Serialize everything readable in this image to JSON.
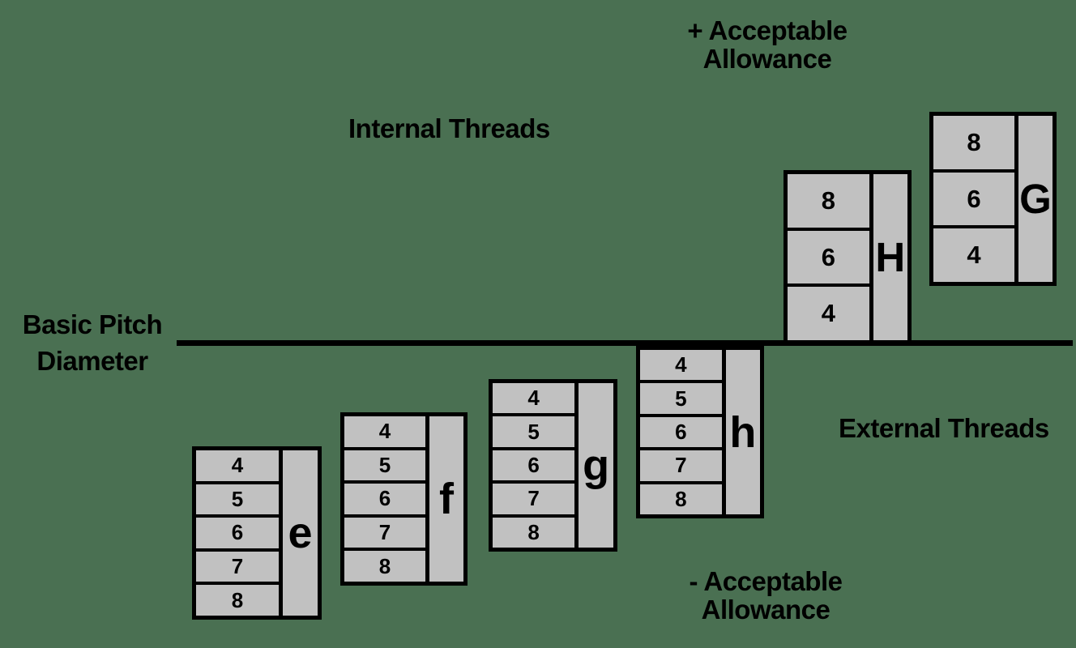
{
  "labels": {
    "plus_allowance": [
      "+ Acceptable",
      "Allowance"
    ],
    "internal_threads": "Internal Threads",
    "basic_pitch_diameter": [
      "Basic Pitch",
      "Diameter"
    ],
    "external_threads": "External Threads",
    "minus_allowance": [
      "- Acceptable",
      "Allowance"
    ]
  },
  "colors": {
    "background": "#4a7052",
    "block_fill": "#c1c1c1",
    "line_and_border": "#000000",
    "text": "#000000"
  },
  "internal_blocks": [
    {
      "letter": "H",
      "grades": [
        "8",
        "6",
        "4"
      ]
    },
    {
      "letter": "G",
      "grades": [
        "8",
        "6",
        "4"
      ]
    }
  ],
  "external_blocks": [
    {
      "letter": "e",
      "grades": [
        "4",
        "5",
        "6",
        "7",
        "8"
      ]
    },
    {
      "letter": "f",
      "grades": [
        "4",
        "5",
        "6",
        "7",
        "8"
      ]
    },
    {
      "letter": "g",
      "grades": [
        "4",
        "5",
        "6",
        "7",
        "8"
      ]
    },
    {
      "letter": "h",
      "grades": [
        "4",
        "5",
        "6",
        "7",
        "8"
      ]
    }
  ]
}
